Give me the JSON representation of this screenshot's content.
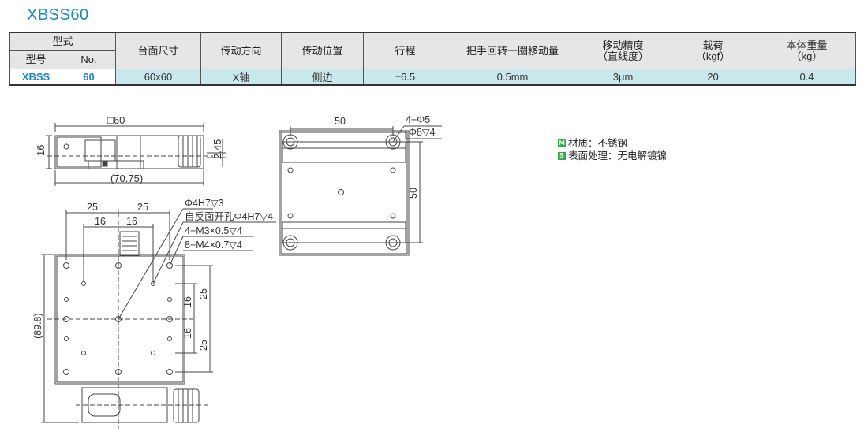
{
  "title": "XBSS60",
  "table": {
    "header_group": "型式",
    "header_model": "型号",
    "header_no": "No.",
    "columns": [
      "台面尺寸",
      "传动方向",
      "传动位置",
      "行程",
      "把手回转一圈移动量"
    ],
    "col_precision": [
      "移动精度",
      "（直线度）"
    ],
    "col_load": [
      "载荷",
      "（kgf）"
    ],
    "col_weight": [
      "本体重量",
      "（kg）"
    ],
    "row": {
      "model": "XBSS",
      "no": "60",
      "table_size": "60x60",
      "drive_direction": "X轴",
      "drive_position": "侧边",
      "stroke": "±6.5",
      "per_turn": "0.5mm",
      "precision": "3μm",
      "load": "20",
      "weight": "0.4"
    }
  },
  "notes": {
    "material_badge": "M",
    "material": "材质：不锈钢",
    "surface_badge": "S",
    "surface": "表面处理：无电解镀镍"
  },
  "drawing": {
    "side": {
      "width_label": "□60",
      "height_label": "16",
      "offset_label": "2.45",
      "length_label": "(70.75)"
    },
    "top": {
      "dim_25a": "25",
      "dim_25b": "25",
      "dim_16a": "16",
      "dim_16b": "16",
      "callout_1": "Φ4H7▽3",
      "callout_2": "自反面开孔Φ4H7▽4",
      "callout_3": "4−M3×0.5▽4",
      "callout_4": "8−M4×0.7▽4",
      "right_25a": "25",
      "right_16a": "16",
      "right_16b": "16",
      "right_25b": "25",
      "left_total": "(89.8)"
    },
    "bottom": {
      "dim_50w": "50",
      "dim_50h": "50",
      "hole_label": "4−Φ5",
      "cbore_label": "Φ8▽4"
    }
  }
}
